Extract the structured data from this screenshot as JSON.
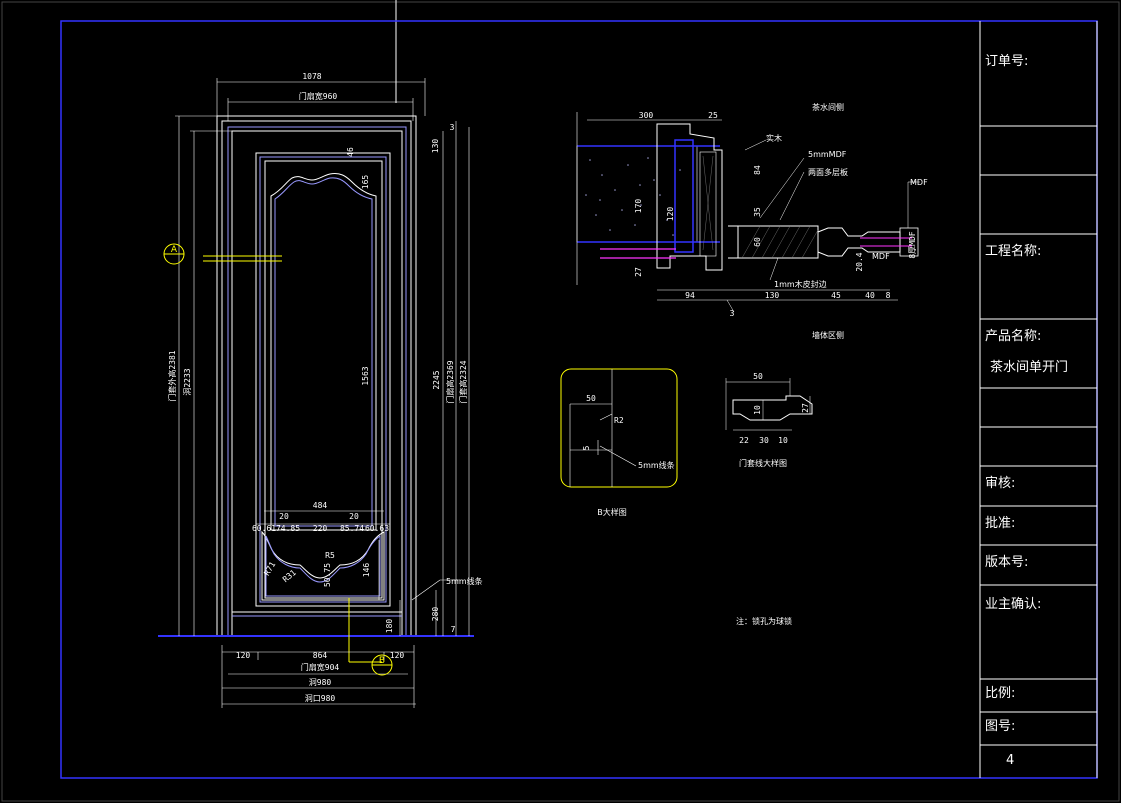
{
  "title_block": {
    "order_no_label": "订单号:",
    "project_name_label": "工程名称:",
    "product_name_label": "产品名称:",
    "product_name_value": "茶水间单开门",
    "review_label": "审核:",
    "approve_label": "批准:",
    "version_label": "版本号:",
    "owner_confirm_label": "业主确认:",
    "scale_label": "比例:",
    "drawing_no_label": "图号:",
    "drawing_no_value": "4"
  },
  "elevation": {
    "dim_top_overall": "1078",
    "dim_top_door_leaf": "门扇宽960",
    "dim_right_top_small": "3",
    "dim_right_rail_top": "130",
    "dim_panel_top_gap": "46",
    "dim_panel_arch": "165",
    "dim_panel_height": "1563",
    "dim_left_outer": "门套外高2381",
    "dim_left_inner": "洞2233",
    "dim_right_a": "2245",
    "dim_right_b": "门扇高2369",
    "dim_right_c": "门套高2324",
    "dim_bottom_panel_width": "484",
    "dim_bottom_20_left": "20",
    "dim_bottom_20_right": "20",
    "dim_bottom_row": [
      "60.61",
      "74.85",
      "220",
      "85.74",
      "60.63"
    ],
    "dim_bottom_curve_a": "R71",
    "dim_bottom_curve_b": "R31",
    "dim_bottom_curve_c": "R5",
    "dim_bottom_curve_d": "50.75",
    "dim_bottom_rise": "146",
    "dim_bottom_rail": "280",
    "dim_bottom_7": "7",
    "dim_bottom_180": "180",
    "label_trim_strip": "5mm线条",
    "dim_bottom_120_left": "120",
    "dim_bottom_864": "864",
    "dim_bottom_120_right": "120",
    "dim_bottom_leaf": "门扇宽904",
    "dim_bottom_opening": "洞980",
    "dim_bottom_overall": "洞口980",
    "marker_a": "A",
    "marker_b": "B"
  },
  "section_a": {
    "title_top": "茶水间侧",
    "title_bottom": "墙体区侧",
    "dim_300": "300",
    "dim_25": "25",
    "label_solid_wood": "实木",
    "label_mdf_5mm": "5mmMDF",
    "label_plywood": "两面多层板",
    "label_mdf": "MDF",
    "label_veneer": "1mm木皮封边",
    "dim_84": "84",
    "dim_35": "35",
    "dim_60": "60",
    "dim_170": "170",
    "dim_120": "120",
    "dim_27": "27",
    "dim_94": "94",
    "dim_130": "130",
    "dim_45": "45",
    "dim_40": "40",
    "dim_8": "8",
    "dim_3": "3",
    "dim_20_4": "20.4",
    "dim_mdf_small": "MDF",
    "dim_right_vert": "8厚MDF"
  },
  "detail_b": {
    "title": "B大样图",
    "dim_50": "50",
    "dim_r2": "R2",
    "dim_5": "5",
    "label_strip": "5mm线条"
  },
  "detail_trim": {
    "title": "门套线大样图",
    "dim_50": "50",
    "dim_10": "10",
    "dim_27": "27",
    "dim_22": "22",
    "dim_30": "30",
    "dim_bottom_10": "10"
  },
  "note": "注：锁孔为球锁"
}
